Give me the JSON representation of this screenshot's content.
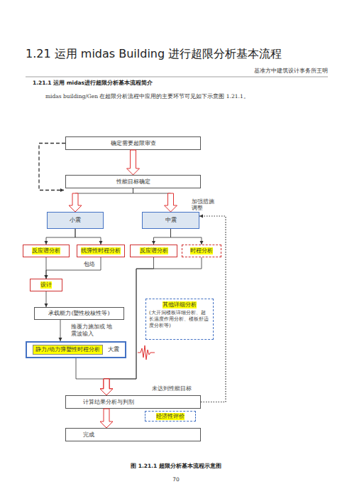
{
  "diagram": {
    "title": "1.21 运用 midas Building 进行超限分析基本流程",
    "caption": "图 1.21.1 超限分析基本流程示意图",
    "nodes": [
      {
        "text": [
          "确定需要超限审查"
        ]
      },
      {
        "text": [
          "性能目标确定"
        ]
      },
      {
        "text": [
          "小震"
        ]
      },
      {
        "text": [
          "中震"
        ]
      },
      {
        "text": [
          "反应谱分析"
        ]
      },
      {
        "text": [
          "线弹性时程分析"
        ]
      },
      {
        "text": [
          "反应谱分析"
        ]
      },
      {
        "text": [
          "时程分析"
        ]
      },
      {
        "text": [
          "设计"
        ]
      },
      {
        "text": [
          "其他详细分析",
          "(大开洞楼板详细分析、超长温度作用分析、楼板舒适度分析等)"
        ]
      },
      {
        "text": [
          "承载能力(塑性校核性等)"
        ]
      },
      {
        "text": [
          "静力/动力弹塑性时程分析",
          "大震"
        ]
      },
      {
        "text": [
          "计算结果分析与判别"
        ]
      },
      {
        "text": [
          "经济性评价"
        ]
      },
      {
        "text": [
          "完成"
        ]
      }
    ],
    "edges": [
      {
        "from": 0,
        "to": 1,
        "arrow": "to"
      },
      {
        "from": 0,
        "to": 1,
        "arrow": "to"
      },
      {
        "from": 1,
        "to": 2,
        "arrow": "to"
      },
      {
        "from": 1,
        "to": 3,
        "arrow": "to"
      },
      {
        "from": 2,
        "to": 4,
        "arrow": "to"
      },
      {
        "from": 2,
        "to": 5,
        "arrow": "to"
      },
      {
        "from": 3,
        "to": 6,
        "arrow": "to"
      },
      {
        "from": 3,
        "to": 7,
        "arrow": "to"
      },
      {
        "from": 4,
        "to": 8,
        "arrow": "to"
      },
      {
        "from": 5,
        "to": 8,
        "label": "包络",
        "arrow": "to"
      },
      {
        "from": 8,
        "to": 10,
        "arrow": "to"
      },
      {
        "from": 10,
        "to": 11,
        "label": "推覆力施加或 地震波输入",
        "arrow": "to"
      },
      {
        "from": 6,
        "to": 12,
        "arrow": "to"
      },
      {
        "from": 7,
        "to": 12,
        "arrow": "to"
      },
      {
        "from": 11,
        "to": 12,
        "arrow": "to"
      },
      {
        "from": 12,
        "to": 3,
        "label": "未达到性能目标",
        "arrow": "to"
      },
      {
        "from": 12,
        "to": 14,
        "arrow": "to"
      }
    ],
    "labels": [
      "基准方中建筑设计事务所王明",
      "1.21.1 运用 midas进行超限分析基本流程简介",
      "midas building/Gen 在超限分析流程中应用的主要环节可见如下示意图 1.21.1。",
      "加强措施 调整",
      "70"
    ]
  }
}
